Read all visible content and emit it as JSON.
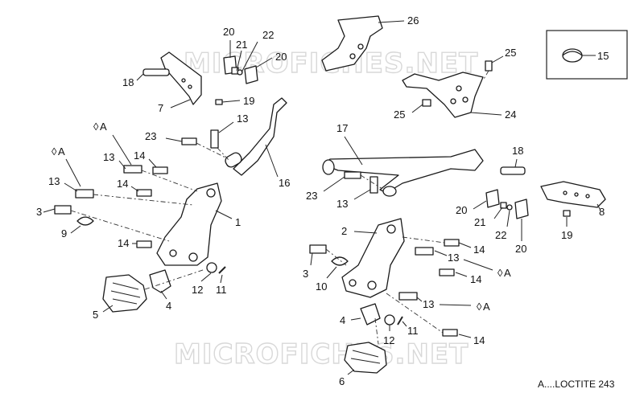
{
  "watermark": "MICROFICHES.NET",
  "legend": "A....LOCTITE 243",
  "callouts": {
    "c15": "15",
    "c26": "26",
    "c25a": "25",
    "c25b": "25",
    "c24": "24",
    "c20a": "20",
    "c21a": "21",
    "c22a": "22",
    "c20b": "20",
    "c18a": "18",
    "c7": "7",
    "c19a": "19",
    "c13a": "13",
    "c23a": "23",
    "c16": "16",
    "c17": "17",
    "c18b": "18",
    "c8": "8",
    "c19b": "19",
    "c20c": "20",
    "c21b": "21",
    "c22b": "22",
    "c20d": "20",
    "c13b": "13",
    "c14a": "14",
    "c14b": "14",
    "c13c": "13",
    "c3a": "3",
    "c9": "9",
    "c1": "1",
    "c14c": "14",
    "c12a": "12",
    "c11a": "11",
    "c4a": "4",
    "c5": "5",
    "c23b": "23",
    "c13d": "13",
    "c2": "2",
    "c14d": "14",
    "c13e": "13",
    "c3b": "3",
    "c10": "10",
    "c14e": "14",
    "c13f": "13",
    "c4b": "4",
    "c11b": "11",
    "c12b": "12",
    "c14f": "14",
    "c6": "6"
  },
  "loctite_marks": {
    "a1": "A",
    "a2": "A",
    "a3": "A",
    "a4": "A"
  }
}
